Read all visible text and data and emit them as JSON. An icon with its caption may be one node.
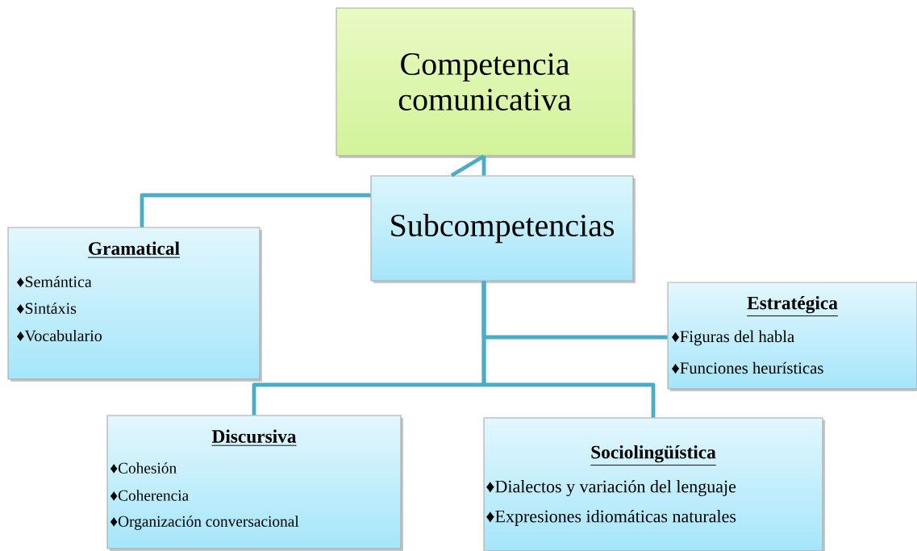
{
  "diagram": {
    "nodes": [
      {
        "text": [
          "Competencia comunicativa"
        ]
      },
      {
        "text": [
          "Subcompetencias"
        ]
      },
      {
        "text": [
          "Gramatical",
          "♦Semántica",
          "♦Sintáxis",
          "♦Vocabulario"
        ]
      },
      {
        "text": [
          "Estratégica",
          "♦Figuras del habla",
          "♦Funciones heurísticas"
        ]
      },
      {
        "text": [
          "Discursiva",
          "♦Cohesión",
          "♦Coherencia",
          "♦Organización conversacional"
        ]
      },
      {
        "text": [
          "Sociolingüística",
          "♦Dialectos y variación del lenguaje",
          "♦Expresiones idiomáticas naturales"
        ]
      }
    ],
    "edges": [
      {
        "from": 0,
        "to": 1,
        "arrow": "none"
      },
      {
        "from": 1,
        "to": 2,
        "arrow": "none"
      },
      {
        "from": 1,
        "to": 3,
        "arrow": "none"
      },
      {
        "from": 1,
        "to": 4,
        "arrow": "none"
      },
      {
        "from": 1,
        "to": 5,
        "arrow": "none"
      }
    ]
  }
}
